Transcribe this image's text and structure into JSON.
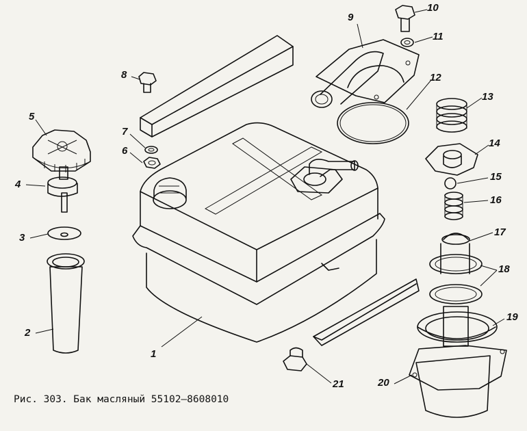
{
  "caption": "Рис. 303. Бак масляный 55102—8608010",
  "callouts": [
    "1",
    "2",
    "3",
    "4",
    "5",
    "6",
    "7",
    "8",
    "9",
    "10",
    "11",
    "12",
    "13",
    "14",
    "15",
    "16",
    "17",
    "18",
    "19",
    "20",
    "21"
  ]
}
